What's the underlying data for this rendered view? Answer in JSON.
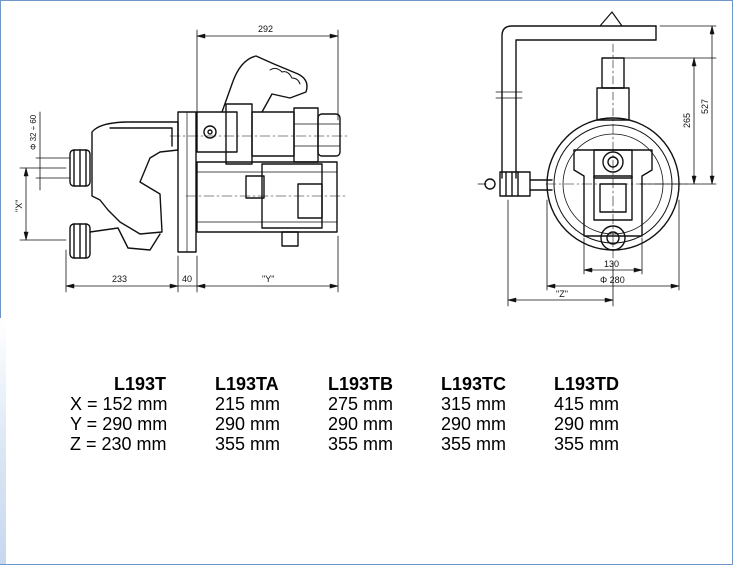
{
  "drawing": {
    "dims": {
      "d292": "292",
      "d233": "233",
      "d40": "40",
      "dY": "\"Y\"",
      "dX": "\"X\"",
      "dPhi": "Φ 32 ÷ 60",
      "d265": "265",
      "d527": "527",
      "d130": "130",
      "d280": "Φ 280",
      "dZ": "\"Z\""
    }
  },
  "table": {
    "headers": [
      "L193T",
      "L193TA",
      "L193TB",
      "L193TC",
      "L193TD"
    ],
    "rows": [
      [
        "X = 152 mm",
        "215 mm",
        "275 mm",
        "315 mm",
        "415 mm"
      ],
      [
        "Y = 290 mm",
        "290 mm",
        "290 mm",
        "290 mm",
        "290 mm"
      ],
      [
        "Z = 230 mm",
        "355 mm",
        "355 mm",
        "355 mm",
        "355 mm"
      ]
    ]
  },
  "colors": {
    "border": "#6f97c8",
    "ink": "#111111"
  }
}
